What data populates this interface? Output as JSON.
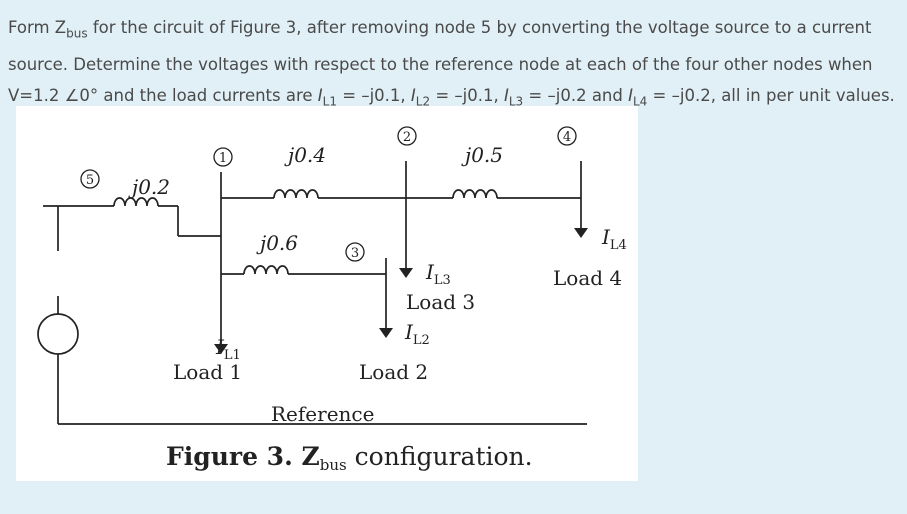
{
  "question": {
    "p1": "Form Z",
    "p1_sub": "bus",
    "p2": " for the circuit of Figure 3, after removing node 5 by converting the voltage source to a current source. Determine the voltages with respect to the reference node at each of the four other nodes when V=1.2 ∠0° and the load currents are ",
    "i1": "I",
    "i1_sub": "L1",
    "v1": " = –j0.1, ",
    "i2": "I",
    "i2_sub": "L2",
    "v2": " = –j0.1, ",
    "i3": "I",
    "i3_sub": "L3",
    "v3": " = –j0.2 and ",
    "i4": "I",
    "i4_sub": "L4",
    "v4": " = –j0.2, all in per unit values."
  },
  "figure": {
    "nodes": {
      "n1": "1",
      "n2": "2",
      "n3": "3",
      "n4": "4",
      "n5": "5"
    },
    "impedances": {
      "z51": "j0.2",
      "z12": "j0.4",
      "z24": "j0.5",
      "z13": "j0.6"
    },
    "currents": {
      "l1_i": "I",
      "l1_sub": "L1",
      "l2_i": "I",
      "l2_sub": "L2",
      "l3_i": "I",
      "l3_sub": "L3",
      "l4_i": "I",
      "l4_sub": "L4"
    },
    "loads": {
      "load1": "Load 1",
      "load2": "Load 2",
      "load3": "Load 3",
      "load4": "Load 4"
    },
    "reference": "Reference",
    "caption_pre": "Figure 3. Z",
    "caption_sub": "bus",
    "caption_post": " configuration."
  }
}
